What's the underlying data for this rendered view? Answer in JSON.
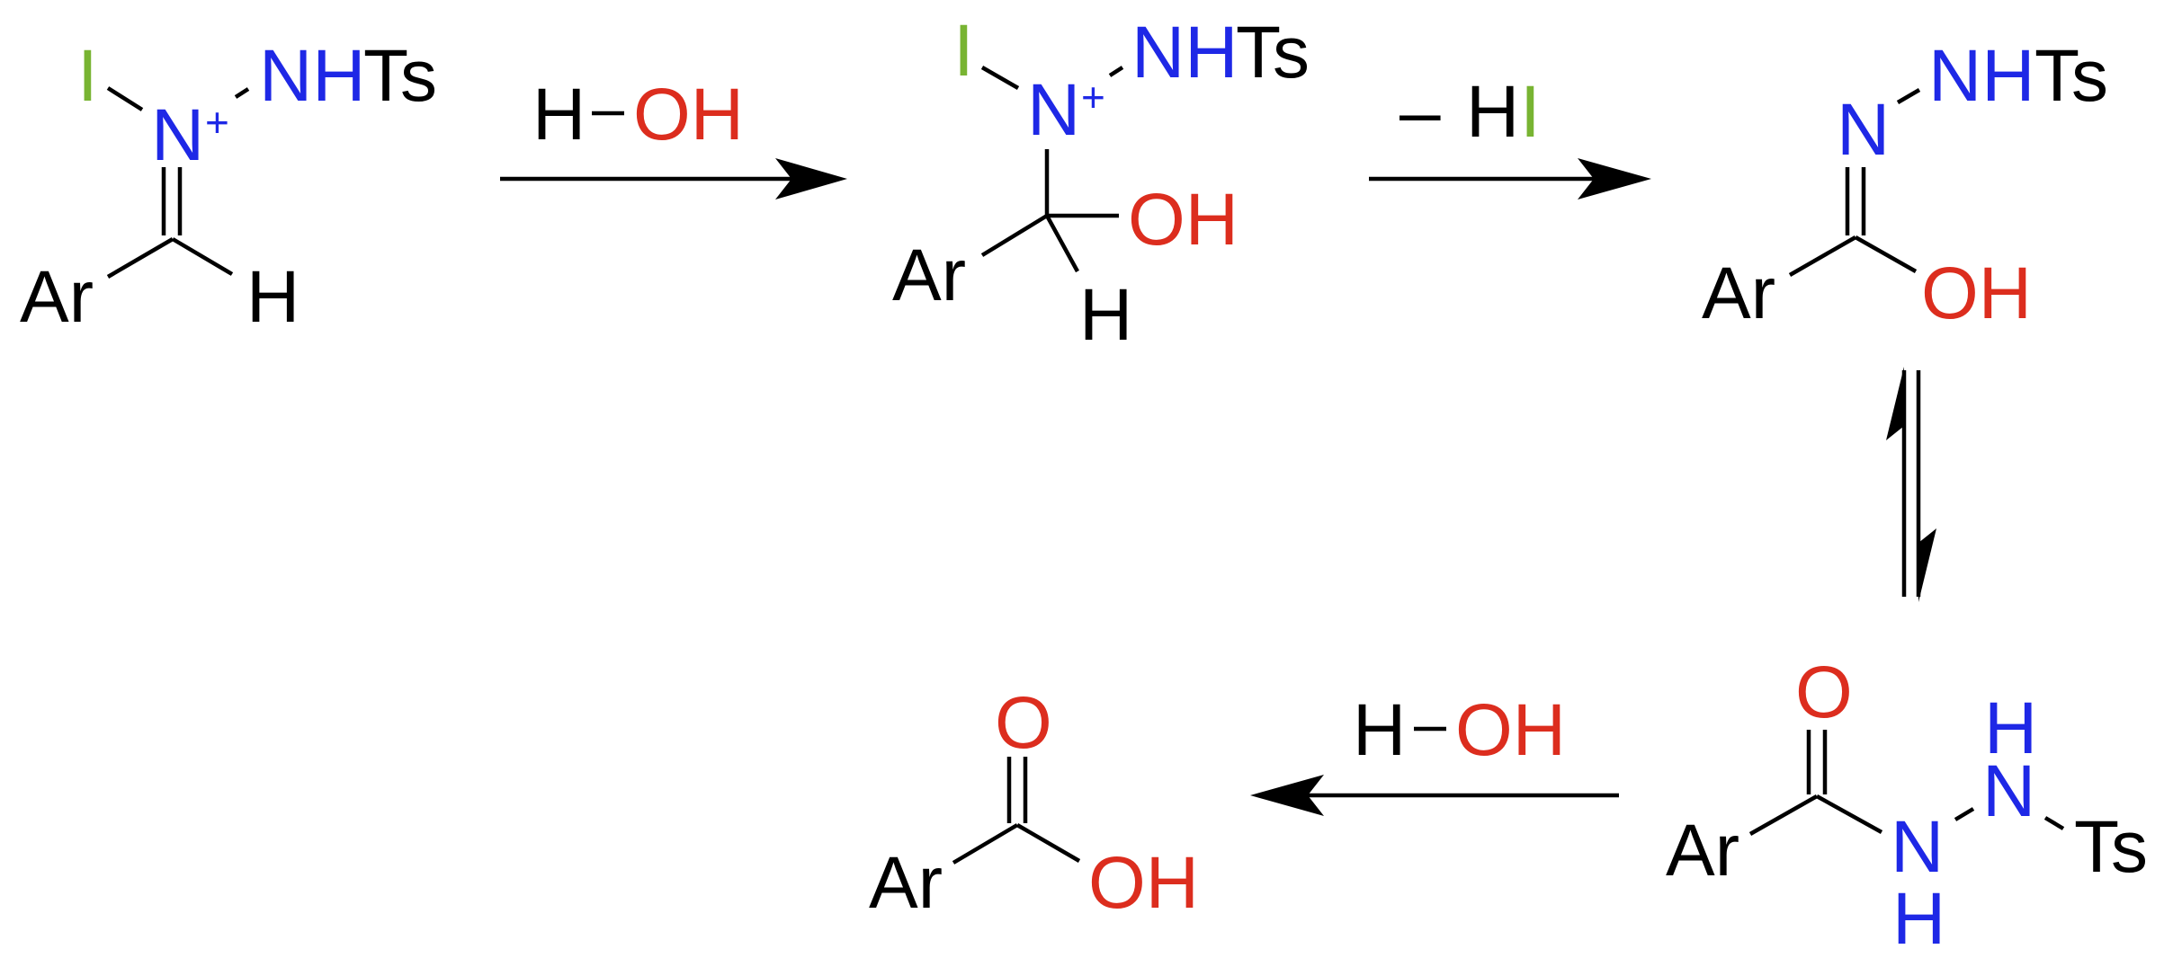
{
  "atoms": {
    "ar": "Ar",
    "h": "H",
    "i": "I",
    "n": "N",
    "nh": "NH",
    "ts": "Ts",
    "oh": "OH",
    "o": "O",
    "plus": "+",
    "minus": "–"
  },
  "reagents": {
    "water": {
      "h": "H",
      "oh": "OH"
    },
    "minus_hi": {
      "minus": "–",
      "h": "H",
      "i": "I"
    }
  },
  "colors": {
    "carbon": "#000000",
    "nitrogen": "#1e28e6",
    "oxygen": "#dc2d1e",
    "iodine": "#78b432"
  }
}
